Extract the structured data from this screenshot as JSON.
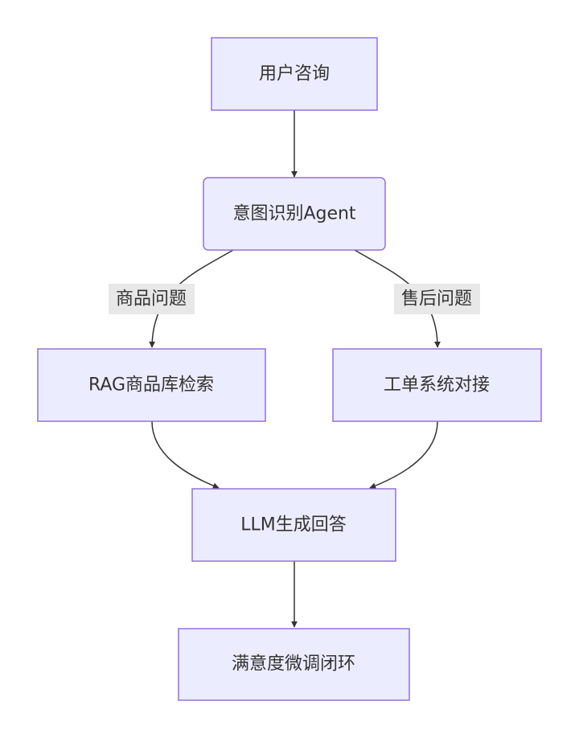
{
  "nodes": {
    "user_inquiry": "用户咨询",
    "intent_agent": "意图识别Agent",
    "rag_search": "RAG商品库检索",
    "ticket_system": "工单系统对接",
    "llm_answer": "LLM生成回答",
    "satisfaction_loop": "满意度微调闭环"
  },
  "edge_labels": {
    "product_question": "商品问题",
    "after_sales_question": "售后问题"
  },
  "colors": {
    "node_fill": "#ECECFF",
    "node_stroke": "#9370DB",
    "edge": "#333333",
    "label_bg": "#e8e8e8"
  }
}
